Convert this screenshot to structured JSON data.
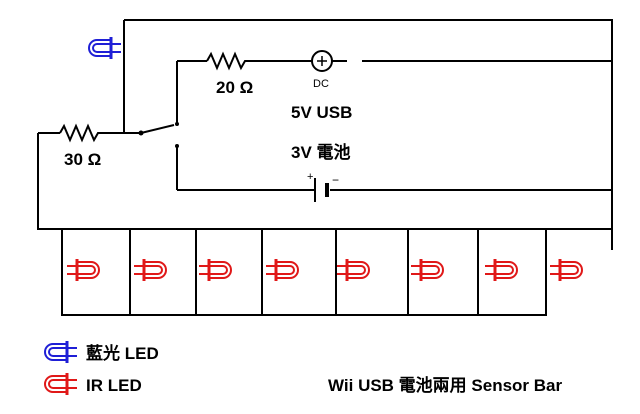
{
  "labels": {
    "r1": "20 Ω",
    "r2": "30 Ω",
    "dc": "DC",
    "usb": "5V USB",
    "battery": "3V 電池"
  },
  "legend": {
    "blue": "藍光 LED",
    "ir": "IR LED"
  },
  "title": "Wii USB 電池兩用 Sensor Bar",
  "colors": {
    "wire": "#000000",
    "blue_led": "#1f1fd6",
    "ir_led": "#e01818"
  },
  "ir_led_count": 8
}
